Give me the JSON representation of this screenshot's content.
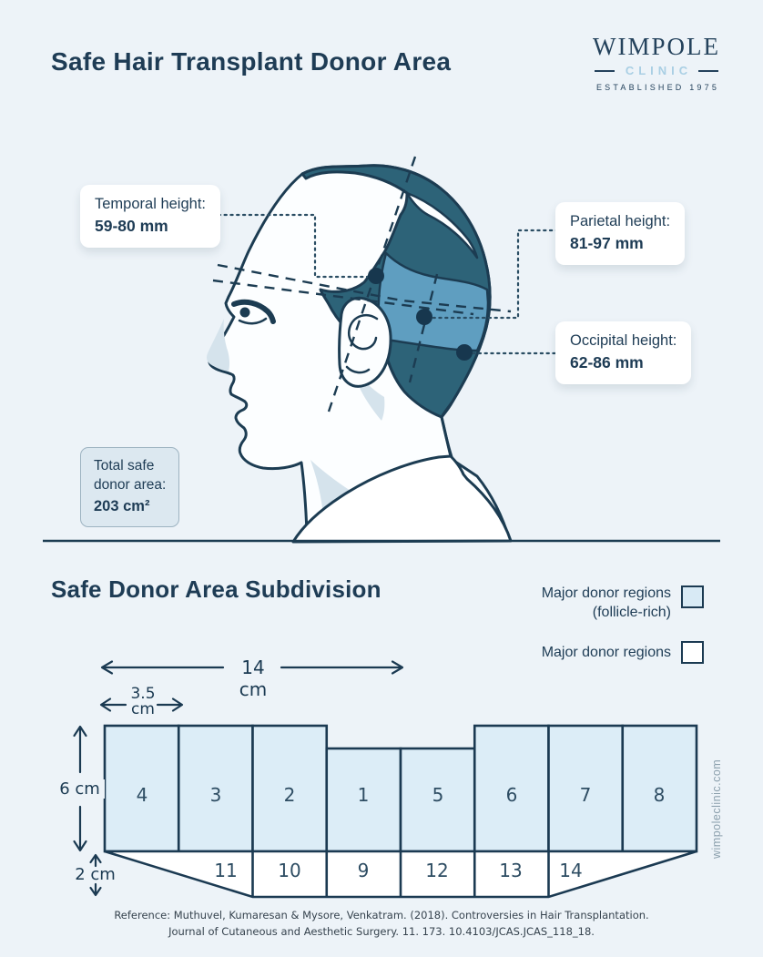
{
  "header": {
    "title": "Safe Hair Transplant Donor Area"
  },
  "logo": {
    "name": "WIMPOLE",
    "subtitle": "CLINIC",
    "established": "ESTABLISHED 1975"
  },
  "callouts": {
    "temporal": {
      "label": "Temporal height:",
      "value": "59-80 mm"
    },
    "parietal": {
      "label": "Parietal height:",
      "value": "81-97 mm"
    },
    "occipital": {
      "label": "Occipital height:",
      "value": "62-86 mm"
    },
    "total": {
      "line1": "Total safe",
      "line2": "donor area:",
      "value": "203 cm²"
    }
  },
  "subdivision": {
    "title": "Safe Donor Area Subdivision",
    "legend": [
      {
        "label": "Major donor regions",
        "sublabel": "(follicle-rich)",
        "filled": true
      },
      {
        "label": "Major donor regions",
        "filled": false
      }
    ],
    "measurements": {
      "width_total": "14 cm",
      "cell_width_value": "3.5",
      "cell_width_unit": "cm",
      "height_main": "6 cm",
      "height_lower": "2 cm"
    },
    "top_cells": [
      "4",
      "3",
      "2",
      "1",
      "5",
      "6",
      "7",
      "8"
    ],
    "bottom_cells": [
      "11",
      "10",
      "9",
      "12",
      "13",
      "14"
    ]
  },
  "reference": {
    "line1": "Reference: Muthuvel, Kumaresan & Mysore, Venkatram. (2018). Controversies in Hair Transplantation.",
    "line2": "Journal of Cutaneous and Aesthetic Surgery. 11. 173. 10.4103/JCAS.JCAS_118_18."
  },
  "watermark": "wimpoleclinic.com",
  "colors": {
    "background": "#edf3f8",
    "navy": "#1b3a52",
    "hair_dark": "#2d6378",
    "hair_light": "#5f9ec0",
    "cell_fill": "#dcedf7",
    "callout_bg": "#ffffff",
    "total_box_bg": "#dce8f0",
    "logo_accent": "#a9cfe4"
  }
}
